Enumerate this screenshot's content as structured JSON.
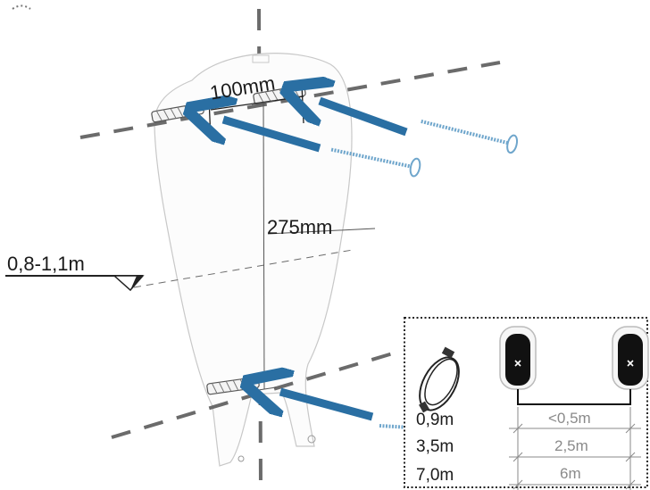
{
  "dimensions": {
    "hole_spacing": "100mm",
    "vertical_spacing": "275mm",
    "mount_height": "0,8-1,1m"
  },
  "cable_lengths": [
    {
      "cable": "0,9m",
      "distance": "<0,5m"
    },
    {
      "cable": "3,5m",
      "distance": "2,5m"
    },
    {
      "cable": "7,0m",
      "distance": "6m"
    }
  ],
  "colors": {
    "arrow": "#2a6fa3",
    "screw": "#6fa6cc",
    "guide_line": "#6b6b6b",
    "outline": "#c8c8c8"
  }
}
